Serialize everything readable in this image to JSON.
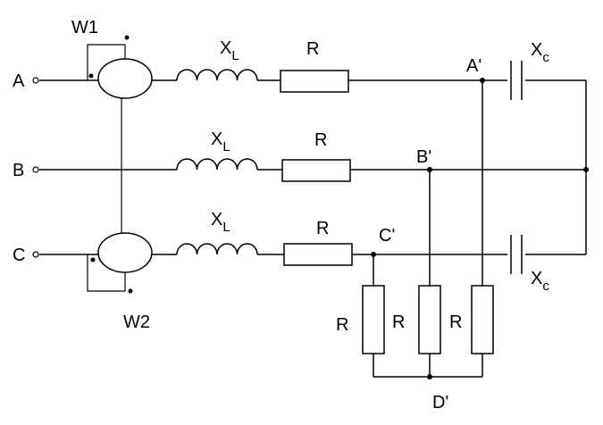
{
  "terminals": {
    "a": "A",
    "b": "B",
    "c": "C"
  },
  "wattmeters": {
    "w1": "W1",
    "w2": "W2"
  },
  "inductor": {
    "symbol": "X",
    "subscript": "L"
  },
  "capacitor": {
    "symbol": "X",
    "subscript": "c"
  },
  "resistor": "R",
  "nodes": {
    "a_prime": "A'",
    "b_prime": "B'",
    "c_prime": "C'",
    "d_prime": "D'"
  },
  "colors": {
    "line": "#000000",
    "background": "#ffffff"
  }
}
